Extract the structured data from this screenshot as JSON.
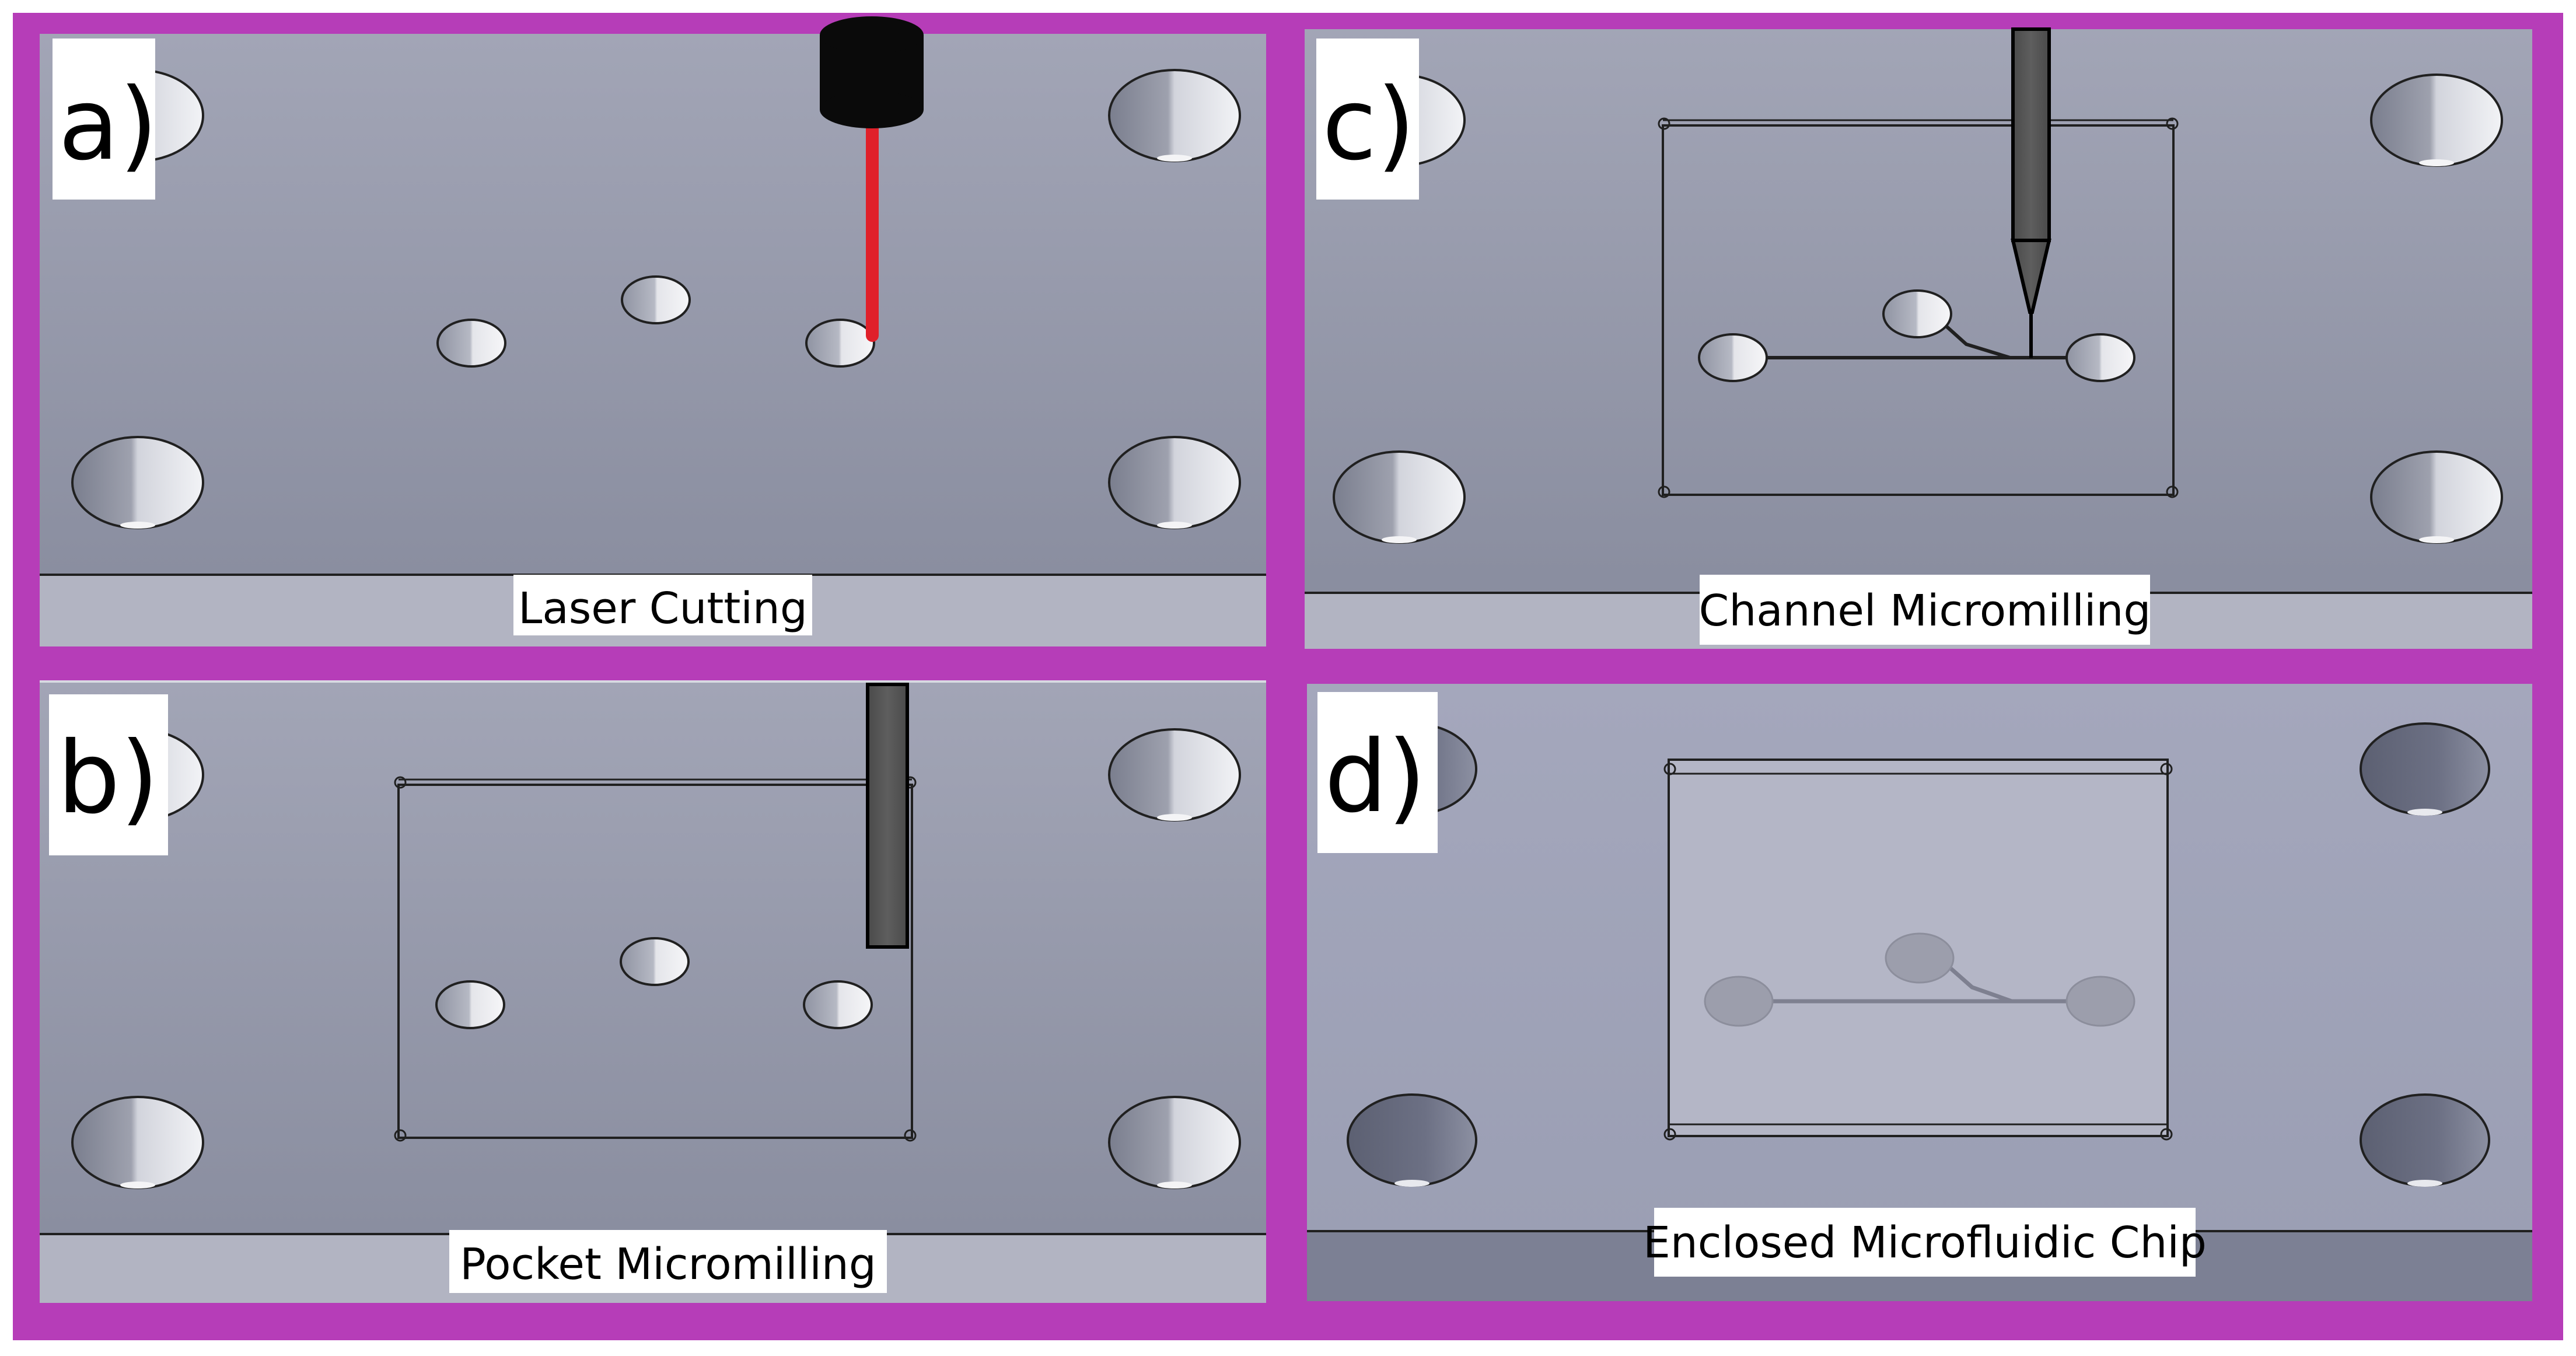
{
  "figure": {
    "border_color": "#B63DB8",
    "panels": [
      {
        "id": "a",
        "letter": "a)",
        "caption": "Laser Cutting",
        "tool": "laser"
      },
      {
        "id": "b",
        "letter": "b)",
        "caption": "Pocket Micromilling",
        "tool": "flat-end-mill"
      },
      {
        "id": "c",
        "letter": "c)",
        "caption": "Channel Micromilling",
        "tool": "tapered-end-mill"
      },
      {
        "id": "d",
        "letter": "d)",
        "caption": "Enclosed Microfluidic Chip",
        "tool": "none"
      }
    ]
  },
  "colors": {
    "block_top": "#8E92A4",
    "block_edge": "#B2B4C2",
    "block_top_light": "#9EA2B8",
    "block_edge_dark": "#7C8094",
    "laser_beam": "#E0202A",
    "tool_dark": "#585858",
    "chip_cover": "#B4B6C6",
    "outline": "#202020"
  }
}
